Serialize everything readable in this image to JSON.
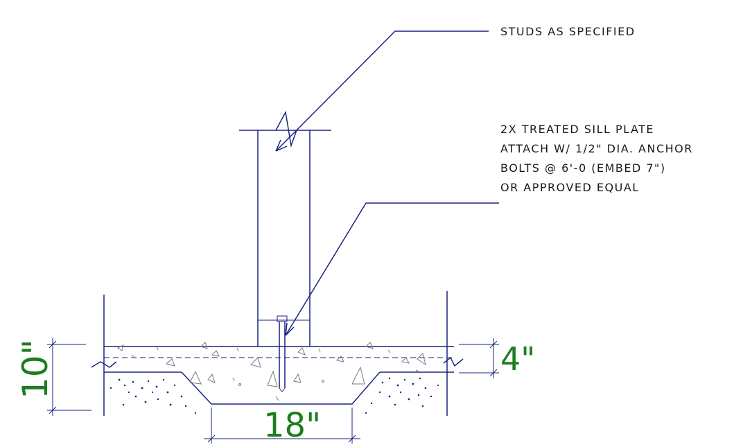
{
  "notes": {
    "studs": "STUDS AS SPECIFIED",
    "sill_lines": [
      "2X TREATED SILL PLATE",
      "ATTACH W/ 1/2\" DIA. ANCHOR",
      "BOLTS @ 6'-0 (EMBED 7\")",
      "OR APPROVED EQUAL"
    ]
  },
  "dimensions": {
    "footing_depth": "10\"",
    "slab_thickness": "4\"",
    "footing_width": "18\""
  },
  "colors": {
    "linework": "#1a237e",
    "dimension_text": "#1e7d1e",
    "aggregate": "#7a7a7a"
  }
}
